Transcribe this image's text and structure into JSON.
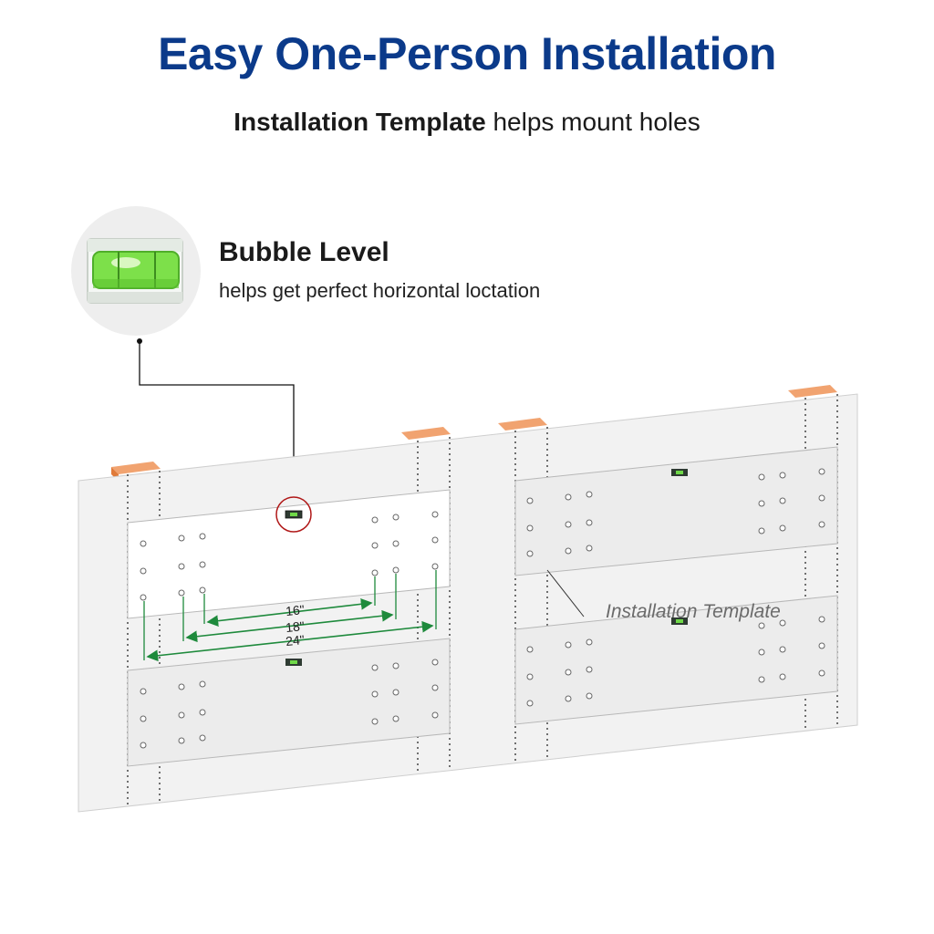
{
  "header": {
    "title": "Easy One-Person Installation",
    "subtitle_bold": "Installation Template",
    "subtitle_rest": " helps mount holes"
  },
  "callout": {
    "title": "Bubble Level",
    "description": "helps get perfect horizontal loctation"
  },
  "diagram": {
    "dimensions": {
      "d16": "16\"",
      "d18": "18\"",
      "d24": "24\""
    },
    "template_label": "Installation Template"
  },
  "colors": {
    "title": "#0b3a8a",
    "dimension_lines": "#1e8a3c",
    "stud": "#e8894a",
    "highlight_circle": "#b01818",
    "level_liquid": "#7de04a"
  }
}
